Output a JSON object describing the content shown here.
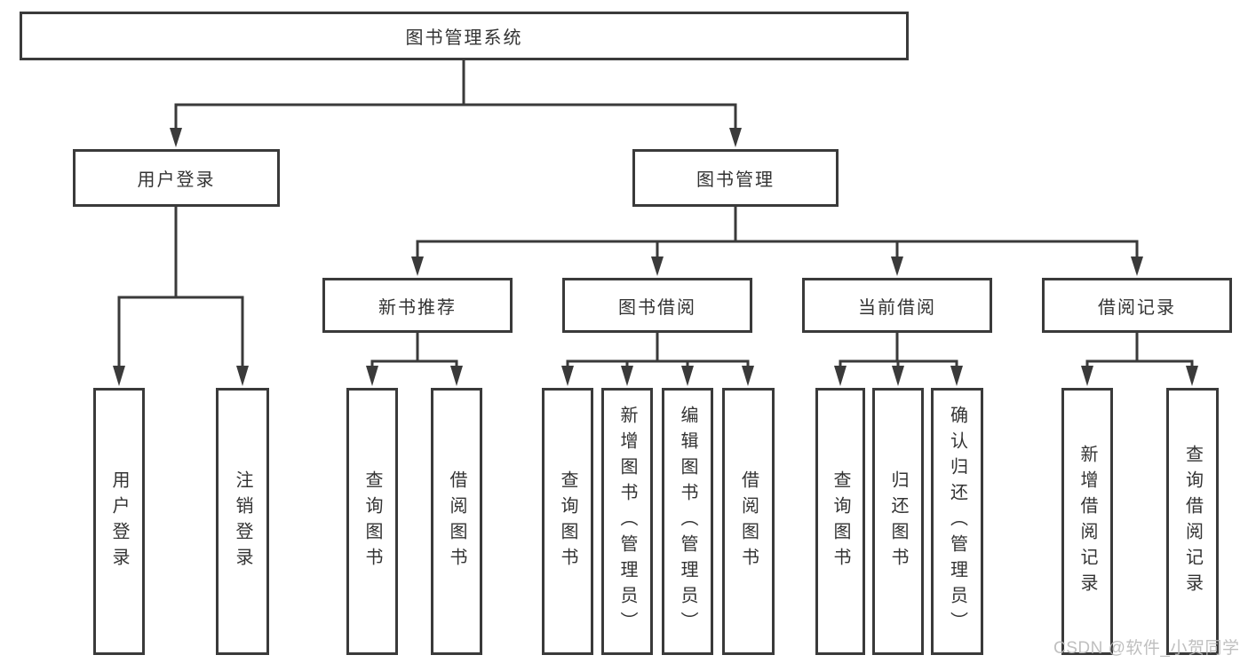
{
  "colors": {
    "line": "#3a3a3a",
    "box_border": "#3a3a3a",
    "text": "#333333",
    "background": "#ffffff",
    "watermark": "#b9b9b9"
  },
  "watermark": {
    "text": "CSDN @软件_小贺同学"
  },
  "tree": {
    "label": "图书管理系统",
    "children": [
      {
        "label": "用户登录",
        "children": [
          {
            "label": "用户登录"
          },
          {
            "label": "注销登录"
          }
        ]
      },
      {
        "label": "图书管理",
        "children": [
          {
            "label": "新书推荐",
            "children": [
              {
                "label": "查询图书"
              },
              {
                "label": "借阅图书"
              }
            ]
          },
          {
            "label": "图书借阅",
            "children": [
              {
                "label": "查询图书"
              },
              {
                "label": "新增图书（管理员）"
              },
              {
                "label": "编辑图书（管理员）"
              },
              {
                "label": "借阅图书"
              }
            ]
          },
          {
            "label": "当前借阅",
            "children": [
              {
                "label": "查询图书"
              },
              {
                "label": "归还图书"
              },
              {
                "label": "确认归还（管理员）"
              }
            ]
          },
          {
            "label": "借阅记录",
            "children": [
              {
                "label": "新增借阅记录"
              },
              {
                "label": "查询借阅记录"
              }
            ]
          }
        ]
      }
    ]
  }
}
